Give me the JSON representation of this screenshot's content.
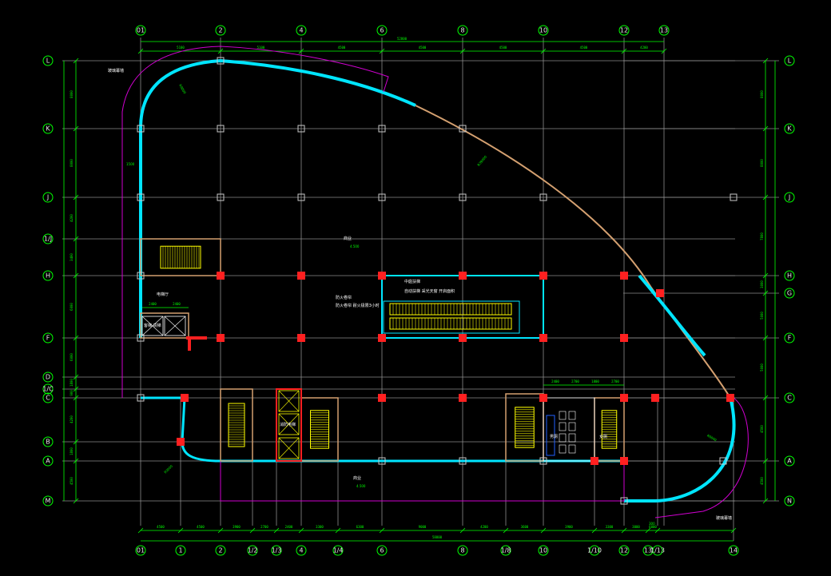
{
  "drawing": {
    "axes_top": [
      "01",
      "2",
      "4",
      "6",
      "8",
      "10",
      "12",
      "13"
    ],
    "axes_bottom": [
      "01",
      "1",
      "2",
      "1/2",
      "1/3",
      "4",
      "1/4",
      "6",
      "8",
      "1/8",
      "10",
      "1/10",
      "12",
      "13",
      "1/13",
      "14"
    ],
    "axes_left": [
      "L",
      "K",
      "J",
      "1/J",
      "H",
      "F",
      "D",
      "1/C",
      "C",
      "B",
      "A",
      "M"
    ],
    "axes_right": [
      "L",
      "K",
      "J",
      "H",
      "G",
      "F",
      "C",
      "A",
      "N"
    ],
    "dims_top": [
      "5100",
      "5100",
      "4500",
      "4500",
      "4500",
      "4500",
      "4200"
    ],
    "dims_top_total": "52800",
    "dims_bottom": [
      "4500",
      "4500",
      "3900",
      "2700",
      "2400",
      "3300",
      "6300",
      "9000",
      "4200",
      "3600",
      "3900",
      "3300",
      "3000",
      "6000"
    ],
    "dims_bottom_total": "58800",
    "dims_left": [
      "8000",
      "8000",
      "4200",
      "3400",
      "6000",
      "6000",
      "1800",
      "900",
      "4200",
      "1800",
      "4500"
    ],
    "dims_right": [
      "8000",
      "8000",
      "7800",
      "3000",
      "5000",
      "5000",
      "4500",
      "4500"
    ],
    "dims_lift": [
      "2400",
      "2400"
    ],
    "dims_stair": [
      "2400",
      "2700",
      "1800",
      "2700"
    ],
    "notes": {
      "curtain_top": "玻璃幕墙",
      "curtain_bottom": "玻璃幕墙",
      "atrium_title": "中庭扶梯",
      "atrium_sub": "自动扶梯 采光天窗 开启面积",
      "atrium_side1": "防火卷帘",
      "atrium_side2": "防火卷帘 耐火极限3小时",
      "room_main": "商业",
      "room_main_elev": "4.500",
      "room_bottom": "商业",
      "room_bottom_elev": "4.500",
      "lift_hall": "电梯厅",
      "lift_room": "客梯 货梯",
      "fire_lift": "消防电梯",
      "toilet_m": "男厕",
      "toilet_f": "女厕",
      "dim_r_left": "R9000",
      "dim_r_top": "R39000",
      "dim_r_right": "R6000",
      "dim_r_bottom": "R3000",
      "dim_gap": "1500",
      "dim_small": "300"
    }
  },
  "colors": {
    "background": "#000000",
    "grid": "#8c8c8c",
    "dimension": "#00ff00",
    "wall_outline": "#00e5ff",
    "column": "#ff2020",
    "stair": "#ffff00",
    "curtain": "#d4a070",
    "magenta": "#d000d0",
    "white": "#ffffff",
    "blue": "#2060ff"
  }
}
